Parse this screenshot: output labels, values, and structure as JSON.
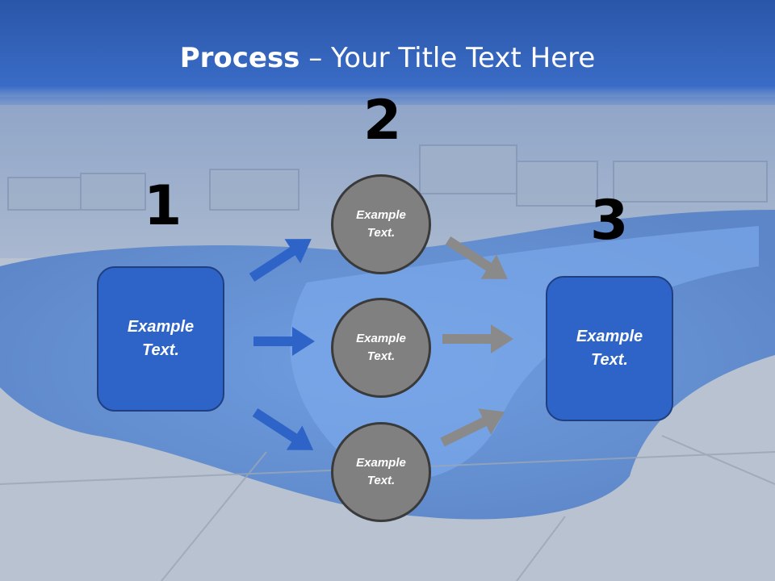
{
  "title": {
    "bold": "Process",
    "rest": " – Your Title Text Here"
  },
  "numbers": [
    "1",
    "2",
    "3"
  ],
  "left_box": {
    "line1": "Example",
    "line2": "Text."
  },
  "right_box": {
    "line1": "Example",
    "line2": "Text."
  },
  "circles": [
    {
      "line1": "Example",
      "line2": "Text."
    },
    {
      "line1": "Example",
      "line2": "Text."
    },
    {
      "line1": "Example",
      "line2": "Text."
    }
  ],
  "colors": {
    "header": "#2b5fbd",
    "box": "#2e64c8",
    "blue_arrow": "#2e64c8",
    "gray_arrow": "#8a8a8a",
    "circle": "#808080"
  }
}
